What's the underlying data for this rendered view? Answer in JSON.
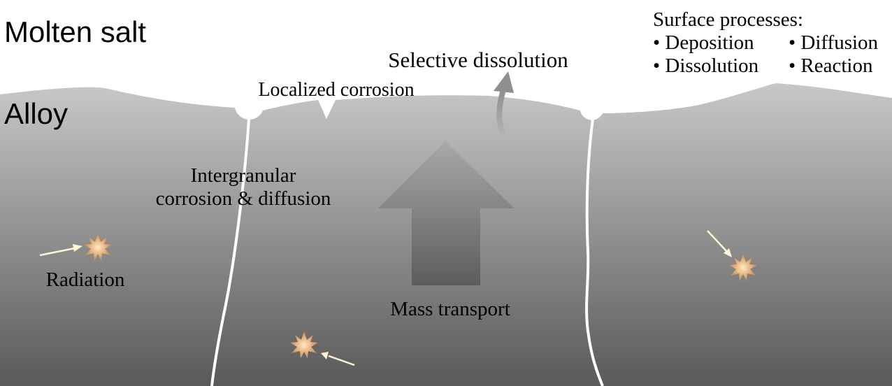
{
  "labels": {
    "molten_salt": "Molten salt",
    "alloy": "Alloy",
    "selective_dissolution": "Selective dissolution",
    "localized_corrosion": "Localized corrosion",
    "intergranular_line1": "Intergranular",
    "intergranular_line2": "corrosion & diffusion",
    "radiation": "Radiation",
    "mass_transport": "Mass transport"
  },
  "surface_processes": {
    "title": "Surface processes:",
    "items": [
      "• Deposition",
      "• Diffusion",
      "• Dissolution",
      "• Reaction"
    ]
  },
  "colors": {
    "alloy_top": "#c6c6c6",
    "alloy_bottom": "#5a5a5a",
    "boundary": "#ffffff",
    "radiation_fill": "#e9b27a",
    "radiation_arrow": "#fff6d8"
  }
}
